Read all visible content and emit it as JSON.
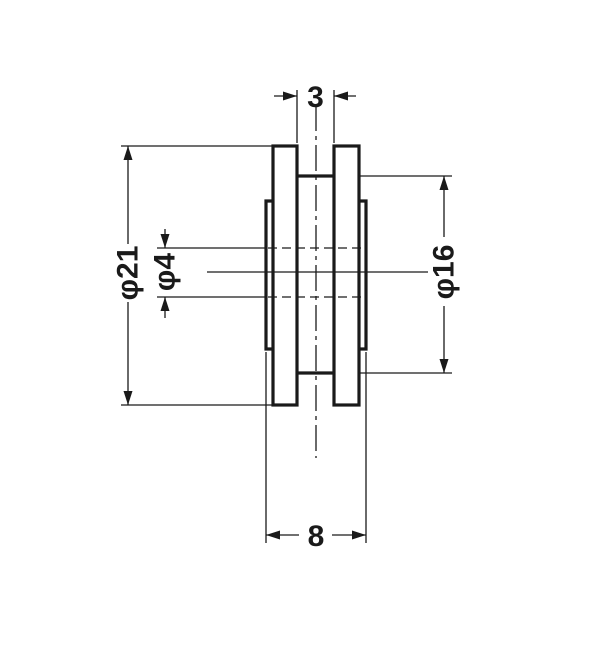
{
  "dimensions": {
    "width_top": "3",
    "width_bottom": "8",
    "outer_diameter": "φ21",
    "bore_diameter": "φ4",
    "groove_diameter": "φ16"
  }
}
